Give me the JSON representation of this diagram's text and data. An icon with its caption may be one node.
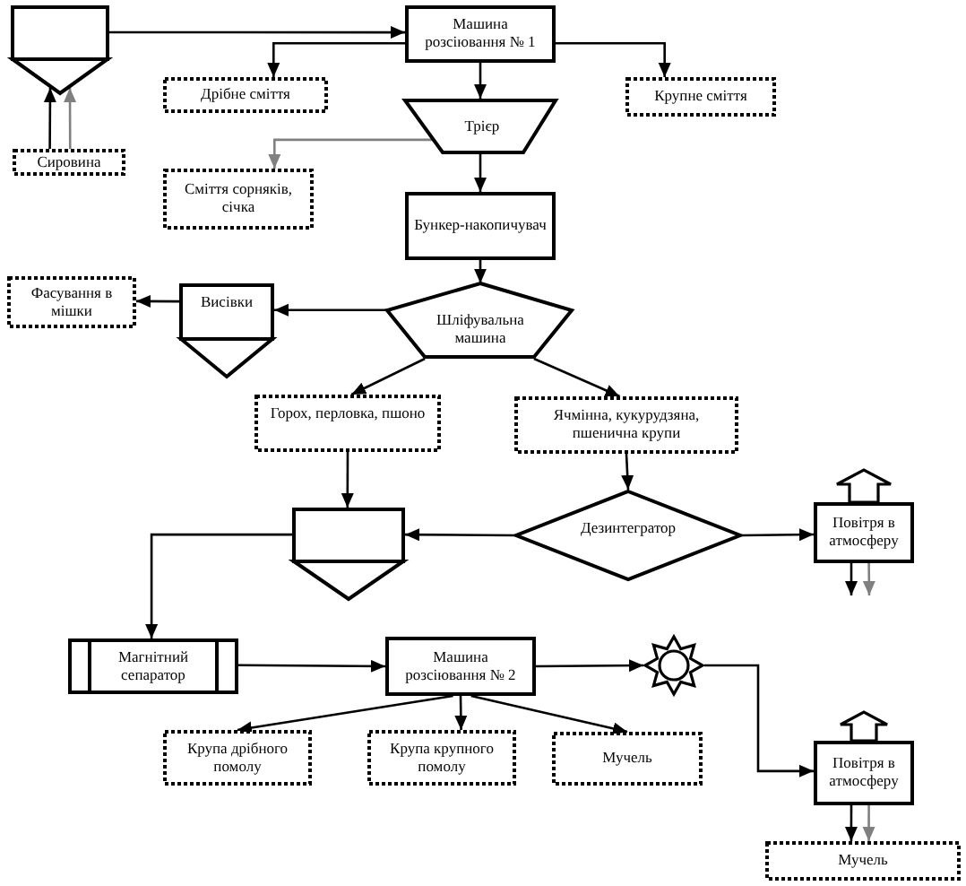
{
  "diagram": {
    "nodes": [
      {
        "text": [],
        "shape": "hopper"
      },
      {
        "text": [
          "Сировина"
        ]
      },
      {
        "text": [
          "Машина розсіювання № 1"
        ]
      },
      {
        "text": [
          "Дрібне сміття"
        ]
      },
      {
        "text": [
          "Крупне сміття"
        ]
      },
      {
        "text": [
          "Трієр"
        ]
      },
      {
        "text": [
          "Сміття сорняків, січка"
        ]
      },
      {
        "text": [
          "Бункер-накопичувач"
        ]
      },
      {
        "text": [
          "Шліфувальна машина"
        ]
      },
      {
        "text": [
          "Висівки"
        ]
      },
      {
        "text": [
          "Фасування в мішки"
        ]
      },
      {
        "text": [
          "Горох, перловка, пшоно"
        ]
      },
      {
        "text": [
          "Ячмінна, кукурудзяна, пшенична крупи"
        ]
      },
      {
        "text": [],
        "shape": "hopper"
      },
      {
        "text": [
          "Дезинтегратор"
        ]
      },
      {
        "text": [
          "Повітря в атмосферу"
        ]
      },
      {
        "text": [
          "Магнітний сепаратор"
        ]
      },
      {
        "text": [
          "Машина розсіювання № 2"
        ]
      },
      {
        "text": [],
        "shape": "star"
      },
      {
        "text": [
          "Крупа дрібного помолу"
        ]
      },
      {
        "text": [
          "Крупа крупного помолу"
        ]
      },
      {
        "text": [
          "Мучель"
        ]
      },
      {
        "text": [
          "Повітря в атмосферу"
        ]
      },
      {
        "text": [
          "Мучель"
        ]
      }
    ],
    "edges": [
      {
        "from": 1,
        "to": 0,
        "arrow": "to"
      },
      {
        "from": 1,
        "to": 0,
        "arrow": "to",
        "color": "#808080"
      },
      {
        "from": 0,
        "to": 2,
        "arrow": "to"
      },
      {
        "from": 2,
        "to": 3,
        "arrow": "to"
      },
      {
        "from": 2,
        "to": 4,
        "arrow": "to"
      },
      {
        "from": 2,
        "to": 5,
        "arrow": "to"
      },
      {
        "from": 5,
        "to": 6,
        "arrow": "to",
        "color": "#808080"
      },
      {
        "from": 5,
        "to": 7,
        "arrow": "to"
      },
      {
        "from": 7,
        "to": 8,
        "arrow": "to"
      },
      {
        "from": 8,
        "to": 9,
        "arrow": "to"
      },
      {
        "from": 9,
        "to": 10,
        "arrow": "to"
      },
      {
        "from": 8,
        "to": 11,
        "arrow": "to"
      },
      {
        "from": 8,
        "to": 12,
        "arrow": "to"
      },
      {
        "from": 11,
        "to": 13,
        "arrow": "to"
      },
      {
        "from": 12,
        "to": 14,
        "arrow": "to"
      },
      {
        "from": 14,
        "to": 13,
        "arrow": "to"
      },
      {
        "from": 14,
        "to": 15,
        "arrow": "to"
      },
      {
        "from": 15,
        "to": null,
        "arrow": "to"
      },
      {
        "from": 15,
        "to": null,
        "arrow": "to",
        "color": "#808080"
      },
      {
        "from": 13,
        "to": 16,
        "arrow": "to"
      },
      {
        "from": 16,
        "to": 17,
        "arrow": "to"
      },
      {
        "from": 17,
        "to": 18,
        "arrow": "to"
      },
      {
        "from": 17,
        "to": 19,
        "arrow": "to"
      },
      {
        "from": 17,
        "to": 20,
        "arrow": "to"
      },
      {
        "from": 17,
        "to": 21,
        "arrow": "to"
      },
      {
        "from": 18,
        "to": 22,
        "arrow": "to"
      },
      {
        "from": 22,
        "to": 23,
        "arrow": "to"
      },
      {
        "from": 22,
        "to": 23,
        "arrow": "to",
        "color": "#808080"
      }
    ]
  }
}
